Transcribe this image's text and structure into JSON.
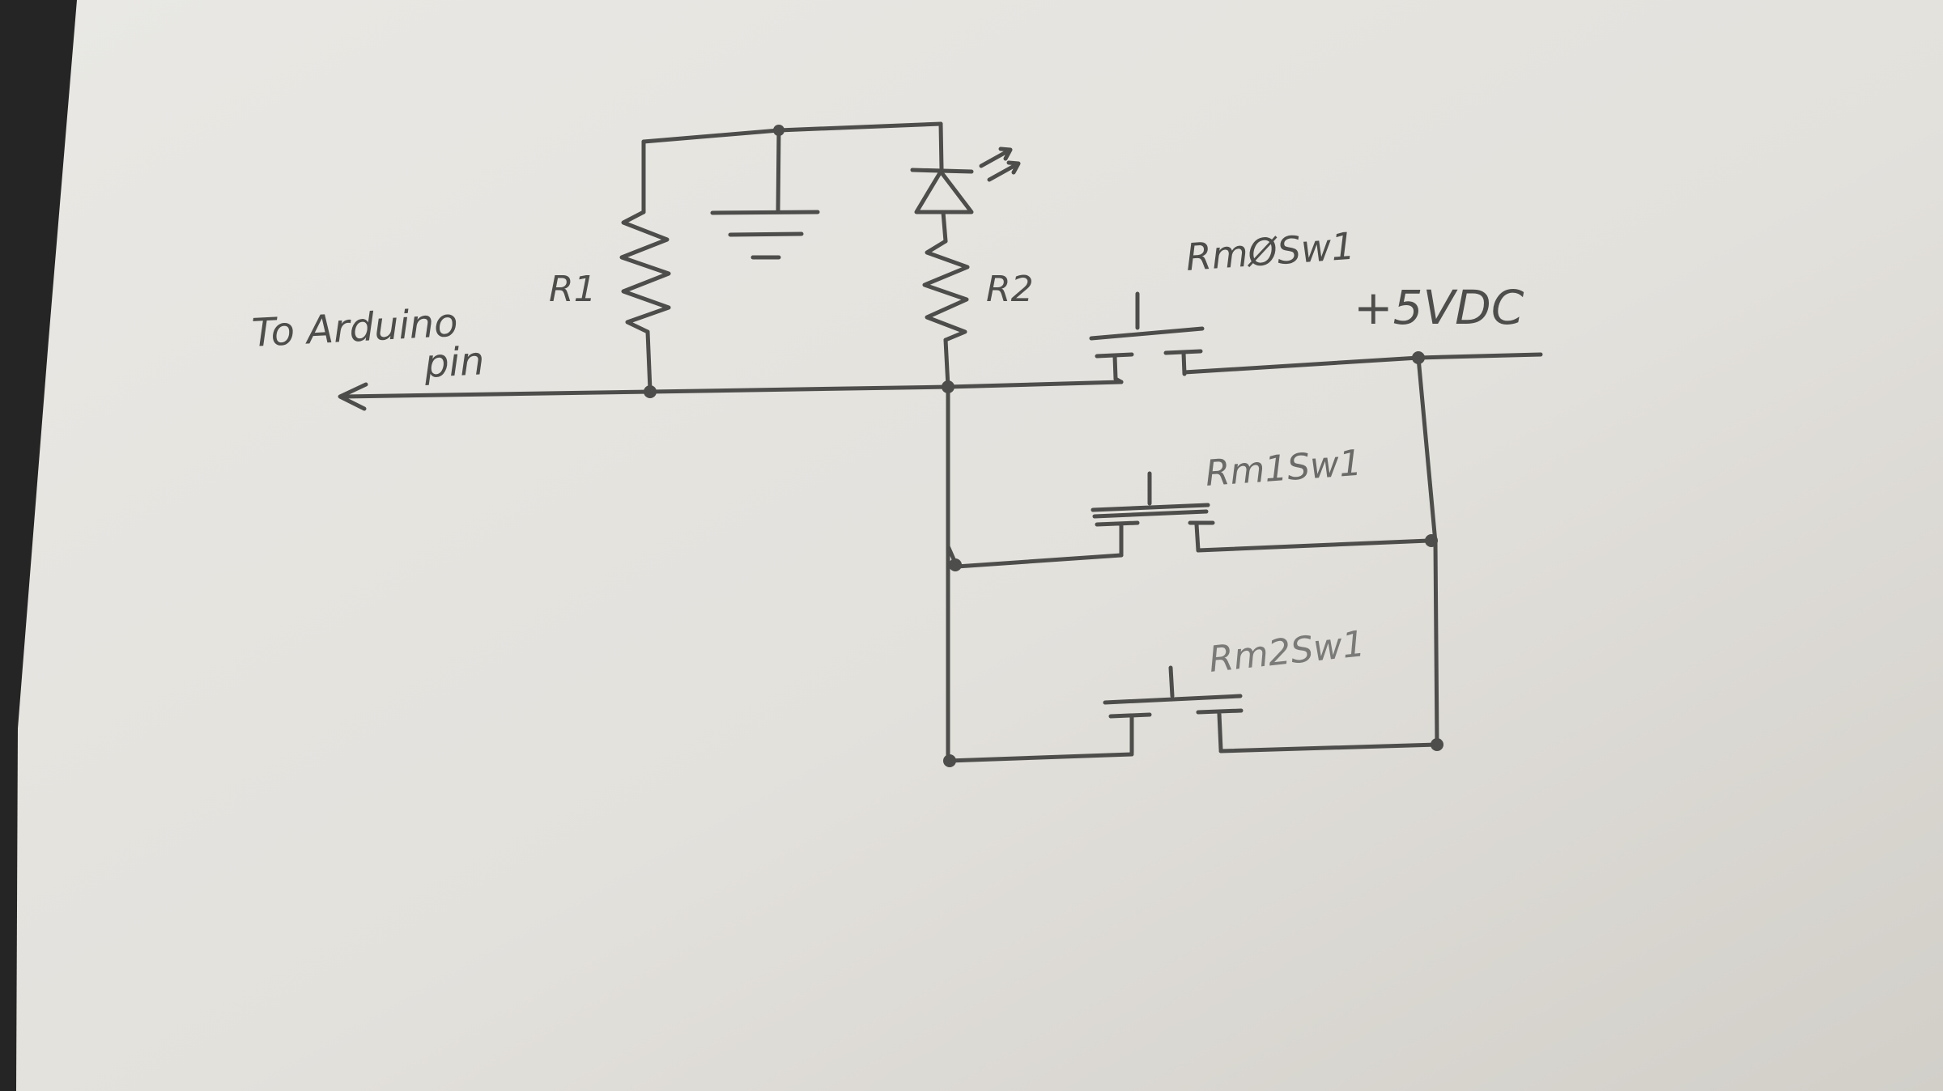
{
  "colors": {
    "paper": "#e6e4df",
    "paper_shadow": "#cfccc6",
    "ink": "#4a4a48",
    "ink_light": "#6a6a68",
    "background": "#262626"
  },
  "labels": {
    "to_arduino_line1": "To Arduino",
    "to_arduino_line2": "pin",
    "r1": "R1",
    "r2": "R2",
    "rm0": "RmØSw1",
    "vdc": "+5VDC",
    "rm1": "Rm1Sw1",
    "rm2": "Rm2Sw1"
  },
  "components": {
    "r1": "resistor",
    "r2": "resistor",
    "led": "light-emitting-diode",
    "ground": "ground",
    "sw0": "push-button-switch",
    "sw1": "push-button-switch",
    "sw2": "push-button-switch",
    "arrow": "output-arrow-icon"
  }
}
